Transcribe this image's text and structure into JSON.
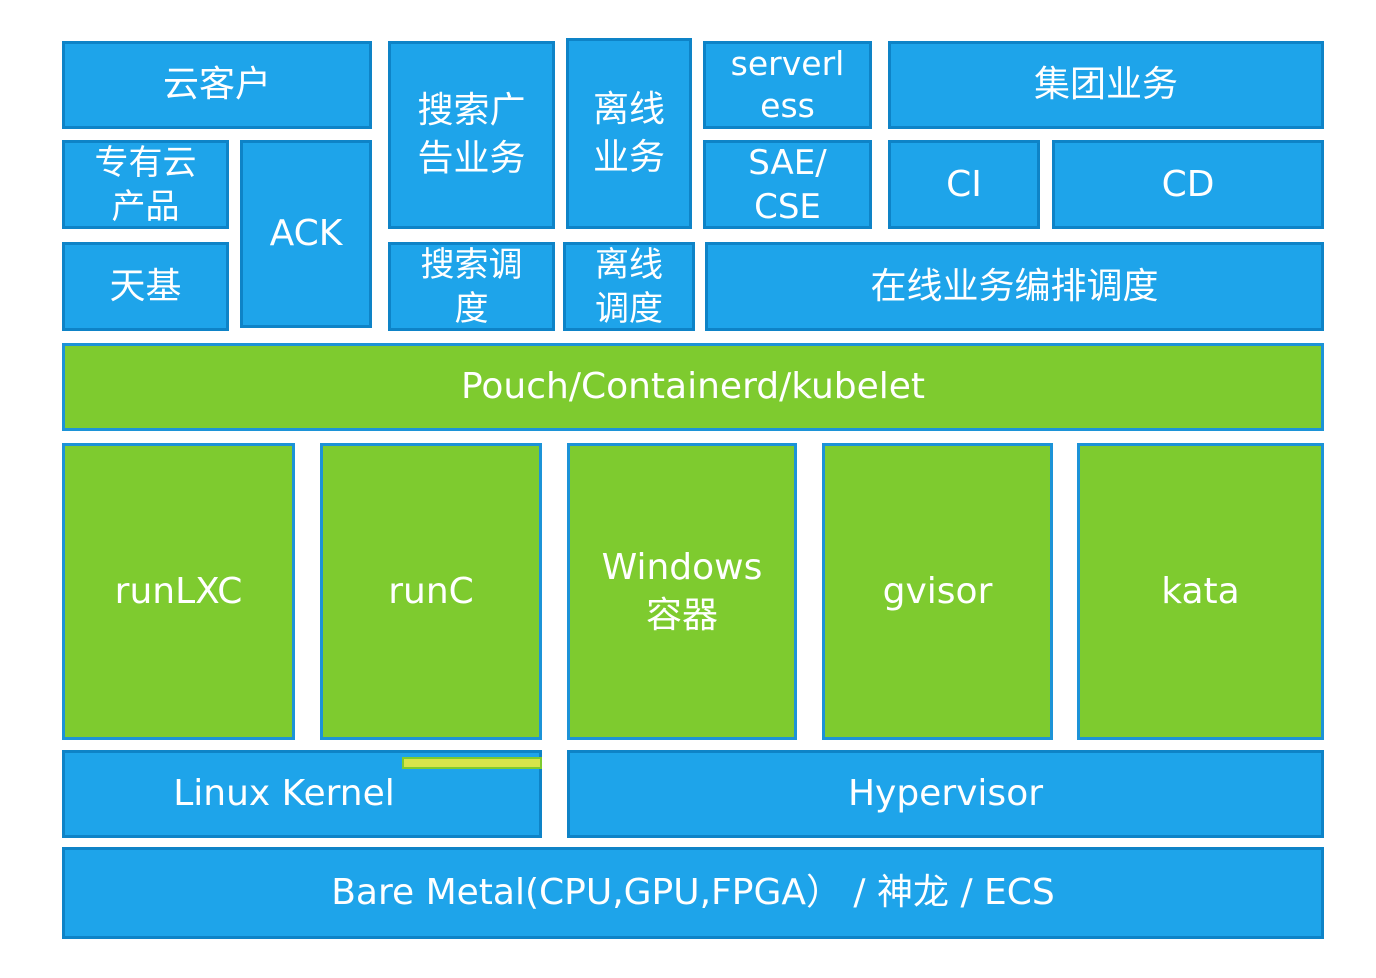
{
  "colors": {
    "blue_fill": "#1ea4ea",
    "blue_border": "#0e83c7",
    "green_fill": "#7ecb2f",
    "text": "#ffffff"
  },
  "top": {
    "cloud_customer": "云客户",
    "search_ads": "搜索广\n告业务",
    "offline_business": "离线\n业务",
    "serverless": "serverl\ness",
    "group_business": "集团业务",
    "private_cloud": "专有云\n产品",
    "ack": "ACK",
    "sae_cse": "SAE/\nCSE",
    "ci": "CI",
    "cd": "CD",
    "tianji": "天基",
    "search_scheduling": "搜索调\n度",
    "offline_scheduling": "离线\n调度",
    "online_orchestration": "在线业务编排调度"
  },
  "middle": {
    "pouch": "Pouch/Containerd/kubelet"
  },
  "runtimes": {
    "runlxc": "runLXC",
    "runc": "runC",
    "windows": "Windows\n容器",
    "gvisor": "gvisor",
    "kata": "kata"
  },
  "bottom": {
    "linux_kernel": "Linux Kernel",
    "hypervisor": "Hypervisor",
    "bare_metal": "Bare Metal(CPU,GPU,FPGA） / 神龙 / ECS"
  }
}
